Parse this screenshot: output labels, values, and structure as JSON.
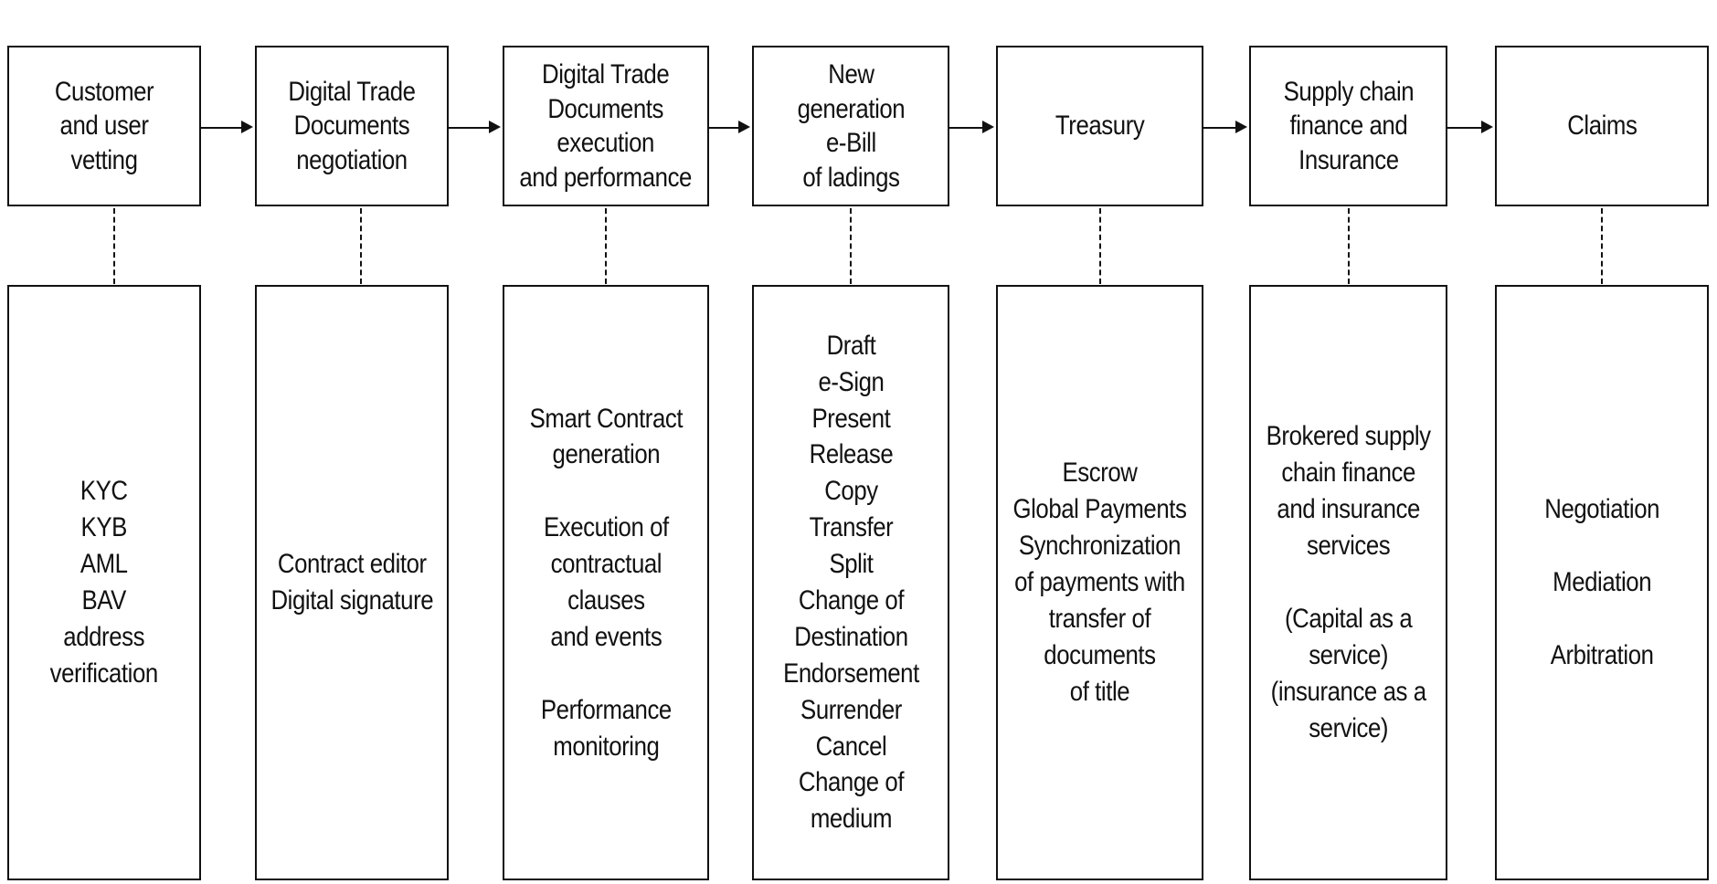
{
  "stages": [
    {
      "title": "Customer\nand user\nvetting",
      "details": "KYC\nKYB\nAML\nBAV\naddress\nverification"
    },
    {
      "title": "Digital Trade\nDocuments\nnegotiation",
      "details": "Contract editor\nDigital signature"
    },
    {
      "title": "Digital Trade\nDocuments\nexecution\nand performance",
      "details": "Smart Contract\ngeneration\n\nExecution of\ncontractual\nclauses\nand events\n\nPerformance\nmonitoring"
    },
    {
      "title": "New\ngeneration\ne-Bill\nof ladings",
      "details": "Draft\ne-Sign\nPresent\nRelease\nCopy\nTransfer\nSplit\nChange of\nDestination\nEndorsement\nSurrender\nCancel\nChange of\nmedium"
    },
    {
      "title": "Treasury",
      "details": "Escrow\nGlobal Payments\nSynchronization\nof payments with\ntransfer of\ndocuments\nof title"
    },
    {
      "title": "Supply chain\nfinance and\nInsurance",
      "details": "Brokered supply\nchain finance\nand insurance\nservices\n\n(Capital as a\nservice)\n(insurance as a\nservice)"
    },
    {
      "title": "Claims",
      "details": "Negotiation\n\nMediation\n\nArbitration"
    }
  ],
  "colors": {
    "line": "#111111",
    "background": "#ffffff"
  }
}
